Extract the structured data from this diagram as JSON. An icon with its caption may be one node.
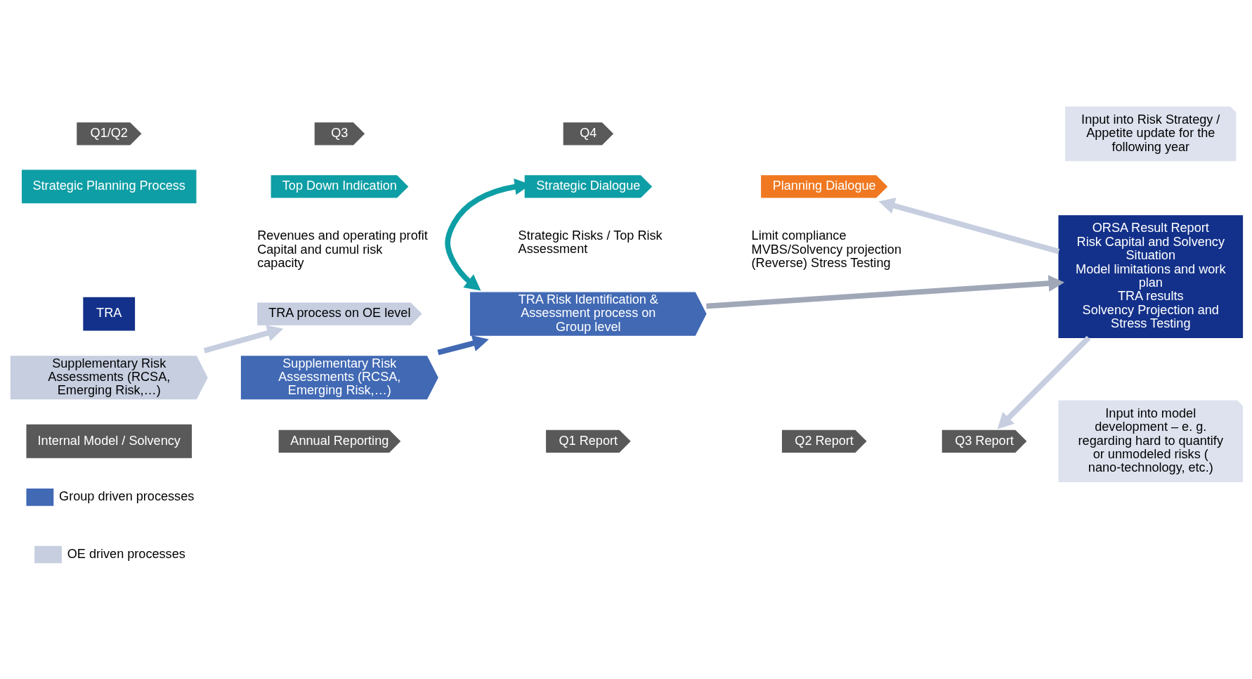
{
  "diagram": {
    "nodes": [
      {
        "text": [
          "Q1/Q2"
        ]
      },
      {
        "text": [
          "Q3"
        ]
      },
      {
        "text": [
          "Q4"
        ]
      },
      {
        "text": [
          "Input into Risk Strategy / Appetite update for the following year"
        ]
      },
      {
        "text": [
          "Strategic Planning Process"
        ]
      },
      {
        "text": [
          "Top Down Indication"
        ],
        "beside": [
          "Revenues and operating profit",
          "Capital and cumul risk capacity"
        ]
      },
      {
        "text": [
          "Strategic Dialogue"
        ],
        "beside": [
          "Strategic Risks / Top Risk Assessment"
        ]
      },
      {
        "text": [
          "Planning Dialogue"
        ],
        "beside": [
          "Limit compliance",
          "MVBS/Solvency projection",
          "(Reverse) Stress Testing"
        ]
      },
      {
        "text": [
          "TRA"
        ]
      },
      {
        "text": [
          "TRA process on OE level"
        ]
      },
      {
        "text": [
          "TRA Risk Identification & Assessment process on Group level"
        ]
      },
      {
        "text": [
          "Supplementary Risk Assessments (RCSA, Emerging Risk,…)"
        ]
      },
      {
        "text": [
          "Supplementary Risk Assessments (RCSA, Emerging Risk,…)"
        ]
      },
      {
        "text": [
          "Internal Model / Solvency"
        ]
      },
      {
        "text": [
          "Annual Reporting"
        ]
      },
      {
        "text": [
          "Q1 Report"
        ]
      },
      {
        "text": [
          "Q2 Report"
        ]
      },
      {
        "text": [
          "Q3 Report"
        ]
      },
      {
        "text": [
          "ORSA Result Report",
          "Risk Capital and Solvency Situation",
          "Model limitations and work plan",
          "TRA results",
          "Solvency Projection and Stress Testing"
        ]
      },
      {
        "text": [
          "Input into model development – e. g. regarding hard to quantify or unmodeled risks ( nano-technology, etc.)"
        ]
      }
    ],
    "edges": [
      {
        "from": 6,
        "to": 10,
        "arrow": "both",
        "color": "#0e9ea5"
      },
      {
        "from": 11,
        "to": 9,
        "arrow": "to",
        "color": "#c6cee0"
      },
      {
        "from": 12,
        "to": 10,
        "arrow": "to",
        "color": "#4169b4"
      },
      {
        "from": 10,
        "to": 18,
        "arrow": "to",
        "color": "#a0a8b8"
      },
      {
        "from": 18,
        "to": 7,
        "arrow": "to",
        "color": "#c6cee0"
      },
      {
        "from": 18,
        "to": 17,
        "arrow": "to",
        "color": "#c6cee0"
      }
    ],
    "legend": [
      {
        "text": "Group driven processes",
        "color": "#4169b4"
      },
      {
        "text": "OE driven processes",
        "color": "#c6cee0"
      }
    ]
  }
}
